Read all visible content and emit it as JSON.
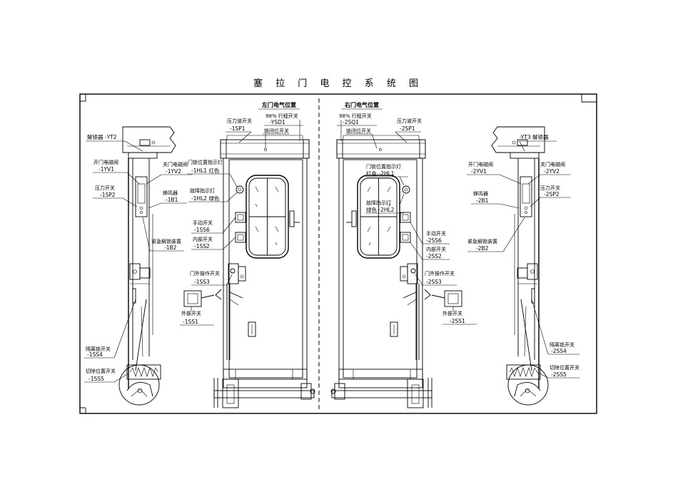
{
  "title": "塞 拉 门 电 控 系 统 图",
  "left_door": {
    "heading": "左门电气位置",
    "sq1_name": "98% 行程开关",
    "sq1_code": "-YSD1",
    "sp1_name": "压力波开关",
    "sp1_code": "-1SP1",
    "lock_switch": "锁闭位开关",
    "hl1_name": "门锁位置指示灯",
    "hl1_code": "-1HL1 红色",
    "hl2_name": "故障指示灯",
    "hl2_code": "-1HL2 绿色",
    "ss6_name": "手动开关",
    "ss6_code": "-1SS6",
    "ss2_name": "内部开关",
    "ss2_code": "-1SS2",
    "ss3_name": "门外操作开关",
    "ss3_code": "-1SS3",
    "ss1_name": "外部开关",
    "ss1_code": "-1SS1"
  },
  "right_door": {
    "heading": "右门电气位置",
    "sq1_name": "98% 行程开关",
    "sq1_code": "-2SQ1",
    "sp1_name": "压力波开关",
    "sp1_code": "-2SP1",
    "lock_switch": "锁闭位开关",
    "hl1_name": "门锁位置指示灯",
    "hl1_code": "红色 -2HL1",
    "hl2_name": "故障指示灯",
    "hl2_code": "绿色 -2HL2",
    "ss6_name": "手动开关",
    "ss6_code": "-2SS6",
    "ss2_name": "内部开关",
    "ss2_code": "-2SS2",
    "ss3_name": "门外操作开关",
    "ss3_code": "-2SS3",
    "ss1_name": "外部开关",
    "ss1_code": "-2SS1"
  },
  "left_mechanism": {
    "yt_label": "解锁器 -YT2",
    "yv1_name": "开门电磁阀",
    "yv1_code": "-1YV1",
    "yv2_name": "关门电磁阀",
    "yv2_code": "-1YV2",
    "sp2_name": "压力开关",
    "sp2_code": "-1SP2",
    "b1_name": "蜂鸣器",
    "b1_code": "-1B1",
    "b2_name": "紧急解锁装置",
    "b2_code": "-1B2",
    "ss4_name": "隔离锁开关",
    "ss4_code": "-1SS4",
    "ss5_name": "切除位置开关",
    "ss5_code": "-1SS5"
  },
  "right_mechanism": {
    "yt_label": "-YT3 解锁器",
    "yv1_name": "开门电磁阀",
    "yv1_code": "-2YV1",
    "yv2_name": "关门电磁阀",
    "yv2_code": "-2YV2",
    "sp2_name": "压力开关",
    "sp2_code": "-2SP2",
    "b1_name": "蜂鸣器",
    "b1_code": "-2B1",
    "b2_name": "紧急解锁装置",
    "b2_code": "-2B2",
    "ss4_name": "隔离锁开关",
    "ss4_code": "-2SS4",
    "ss5_name": "切除位置开关",
    "ss5_code": "-2SS5"
  }
}
